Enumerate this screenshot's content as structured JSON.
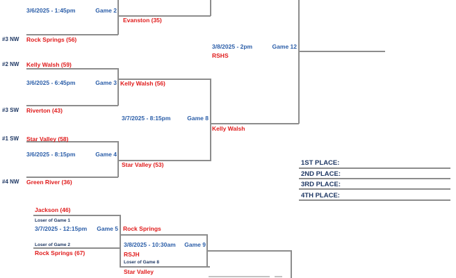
{
  "colors": {
    "line_gray": "#8c8c8c",
    "team_red": "#e01b1b",
    "schedule_blue": "#2a5da8",
    "label_navy": "#1f3864"
  },
  "games": {
    "g2": {
      "date": "3/6/2025 - 1:45pm",
      "label": "Game 2",
      "winner": "Evanston (35)",
      "bottom_seed": "#3 NW",
      "bottom_team": "Rock Springs (56)"
    },
    "g3": {
      "date": "3/6/2025 - 6:45pm",
      "label": "Game 3",
      "top_seed": "#2 NW",
      "top_team": "Kelly Walsh (59)",
      "bottom_seed": "#3 SW",
      "bottom_team": "Riverton (43)",
      "winner": "Kelly Walsh (56)"
    },
    "g4": {
      "date": "3/6/2025 - 8:15pm",
      "label": "Game 4",
      "top_seed": "#1 SW",
      "top_team": "Star Valley (58)",
      "bottom_seed": "#4 NW",
      "bottom_team": "Green River (36)",
      "winner": "Star Valley (53)"
    },
    "g8": {
      "date": "3/7/2025 - 8:15pm",
      "label": "Game 8",
      "winner": "Kelly Walsh"
    },
    "g12": {
      "date": "3/8/2025 - 2pm",
      "label": "Game 12",
      "venue": "RSHS"
    },
    "g5": {
      "date": "3/7/2025 - 12:15pm",
      "label": "Game 5",
      "top_team": "Jackson (46)",
      "top_source": "Loser of Game 1",
      "bottom_source": "Loser of Game 2",
      "bottom_team": "Rock Springs (67)",
      "winner": "Rock Springs"
    },
    "g9": {
      "date": "3/8/2025 - 10:30am",
      "label": "Game 9",
      "venue": "RSJH",
      "bottom_source": "Loser of Game 8",
      "bottom_team": "Star Valley"
    }
  },
  "places": {
    "first": "1ST PLACE:",
    "second": "2ND PLACE:",
    "third": "3RD PLACE:",
    "fourth": "4TH PLACE:"
  }
}
